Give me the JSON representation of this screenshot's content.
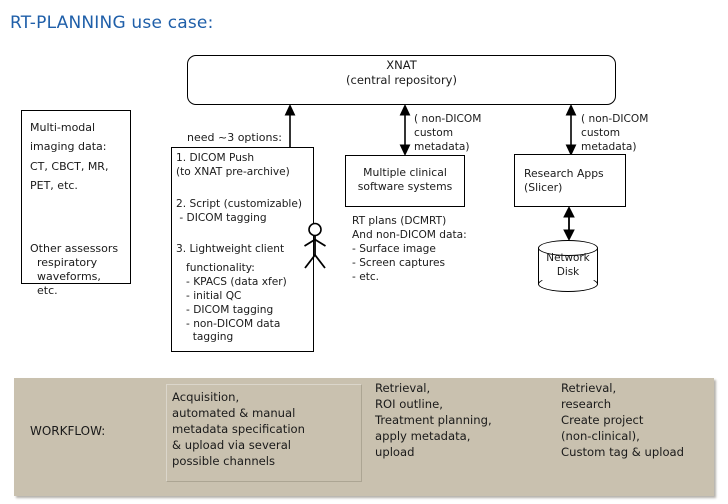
{
  "page": {
    "title": "RT-PLANNING use case:",
    "title_color": "#1F5FA9",
    "background": "#FFFFFF"
  },
  "diagram": {
    "xnat": {
      "name": "XNAT",
      "subtitle": "(central repository)",
      "label": "XNAT\n(central repository)"
    },
    "imaging_source": {
      "line_group_1": "Multi-modal\nimaging data:\nCT, CBCT, MR,\nPET, etc.",
      "line_group_2": "Other assessors\n  respiratory\n  waveforms,\n  etc."
    },
    "options": {
      "caption": "need ~3 options:",
      "option_1": "1. DICOM Push\n(to XNAT pre-archive)",
      "option_2": "2. Script (customizable)\n - DICOM tagging",
      "option_3": "3. Lightweight client",
      "option_3_functionality": "functionality:\n- KPACS (data xfer)\n- initial QC\n- DICOM tagging\n- non-DICOM data\n  tagging"
    },
    "clinical_systems": {
      "label": "Multiple clinical\nsoftware systems",
      "notes": "RT plans (DCMRT)\nAnd non-DICOM data:\n- Surface image\n- Screen captures\n- etc."
    },
    "research_apps": {
      "label": "Research Apps\n(Slicer)"
    },
    "network_disk": {
      "label": "Network\nDisk"
    },
    "annotations": {
      "middle_arrow": "( non-DICOM\ncustom\nmetadata)",
      "right_arrow": "( non-DICOM\ncustom\nmetadata)"
    },
    "actor": {
      "name": "user-actor"
    }
  },
  "workflow": {
    "label": "WORKFLOW:",
    "background_color": "#C9C1AF",
    "columns": [
      "Acquisition,\nautomated & manual\nmetadata specification\n& upload via several\npossible channels",
      "Retrieval,\nROI outline,\nTreatment planning,\napply metadata,\nupload",
      "Retrieval,\nresearch\nCreate project\n(non-clinical),\nCustom tag & upload"
    ]
  }
}
